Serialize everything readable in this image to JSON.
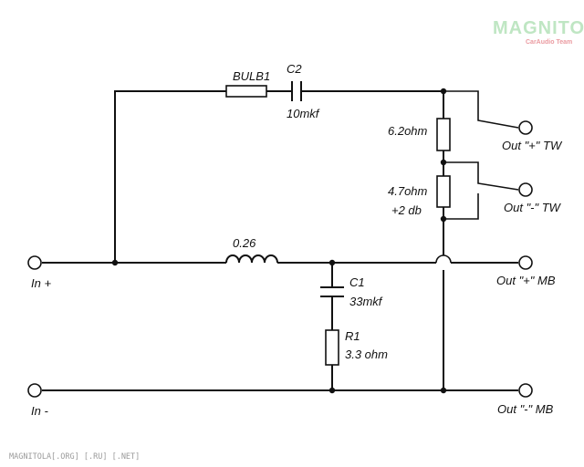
{
  "logo": {
    "main": "MAGNITOLA",
    "sub": "CarAudio Team"
  },
  "components": {
    "bulb": "BULB1",
    "c2_name": "C2",
    "c2_value": "10mkf",
    "r_top": "6.2ohm",
    "r_bottom": "4.7ohm",
    "r_bottom_note": "+2 db",
    "inductor": "0.26",
    "c1_name": "C1",
    "c1_value": "33mkf",
    "r1_name": "R1",
    "r1_value": "3.3 ohm"
  },
  "terminals": {
    "in_plus": "In +",
    "in_minus": "In -",
    "out_tw_plus": "Out \"+\" TW",
    "out_tw_minus": "Out \"-\" TW",
    "out_mb_plus": "Out \"+\" MB",
    "out_mb_minus": "Out \"-\" MB"
  },
  "footer": "MAGNITOLA[.ORG] [.RU] [.NET]"
}
